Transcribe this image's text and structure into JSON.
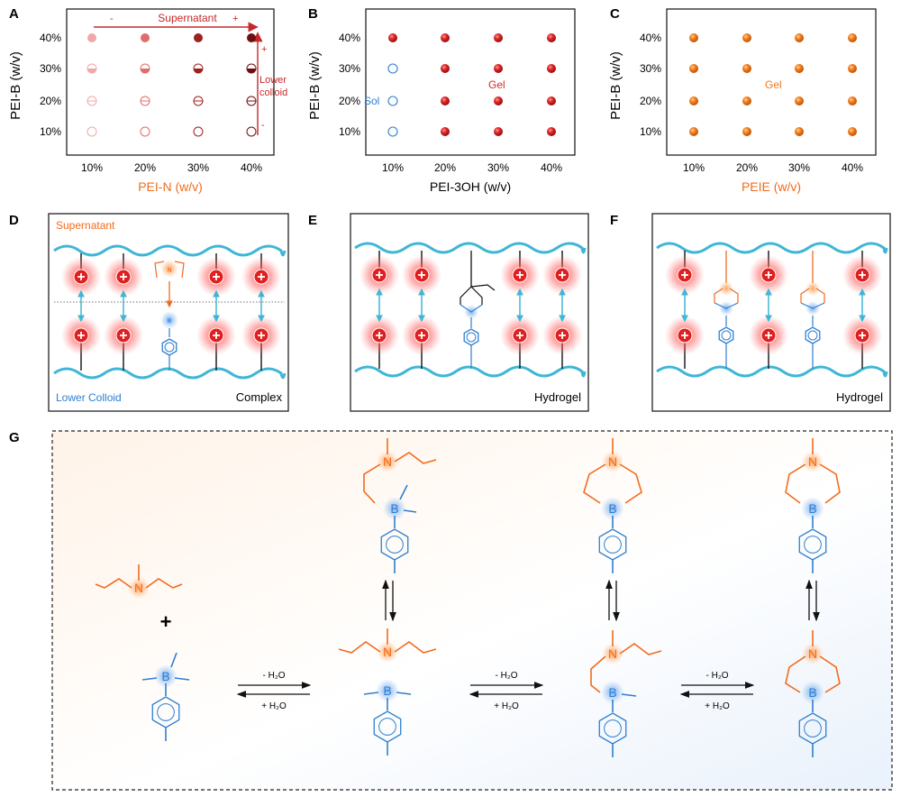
{
  "panels": {
    "A": {
      "letter": "A",
      "y_label": "PEI-B (w/v)",
      "x_label": "PEI-N (w/v)",
      "y_ticks": [
        "40%",
        "30%",
        "20%",
        "10%"
      ],
      "x_ticks": [
        "10%",
        "20%",
        "30%",
        "40%"
      ],
      "supernatant_label": "Supernatant",
      "minus": "-",
      "plus": "+",
      "lower_colloid_label_1": "Lower",
      "lower_colloid_label_2": "colloid"
    },
    "B": {
      "letter": "B",
      "y_label": "PEI-B (w/v)",
      "x_label": "PEI-3OH (w/v)",
      "y_ticks": [
        "40%",
        "30%",
        "20%",
        "10%"
      ],
      "x_ticks": [
        "10%",
        "20%",
        "30%",
        "40%"
      ],
      "sol_label": "Sol",
      "gel_label": "Gel"
    },
    "C": {
      "letter": "C",
      "y_label": "PEI-B (w/v)",
      "x_label": "PEIE (w/v)",
      "y_ticks": [
        "40%",
        "30%",
        "20%",
        "10%"
      ],
      "x_ticks": [
        "10%",
        "20%",
        "30%",
        "40%"
      ],
      "gel_label": "Gel"
    },
    "D": {
      "letter": "D",
      "top_label": "Supernatant",
      "bottom_label": "Lower Colloid",
      "state_label": "Complex"
    },
    "E": {
      "letter": "E",
      "state_label": "Hydrogel"
    },
    "F": {
      "letter": "F",
      "state_label": "Hydrogel"
    },
    "G": {
      "letter": "G",
      "plus_sign": "+",
      "arrow_top_label": "- H₂O",
      "arrow_bottom_label": "+ H₂O"
    }
  },
  "colors": {
    "red_dark": "#7a0c0c",
    "red": "#d62c2c",
    "orange": "#f07a1a",
    "blue": "#2e7fd1",
    "cyan": "#3fb6d6",
    "pei_orange": "#f26b1d"
  }
}
